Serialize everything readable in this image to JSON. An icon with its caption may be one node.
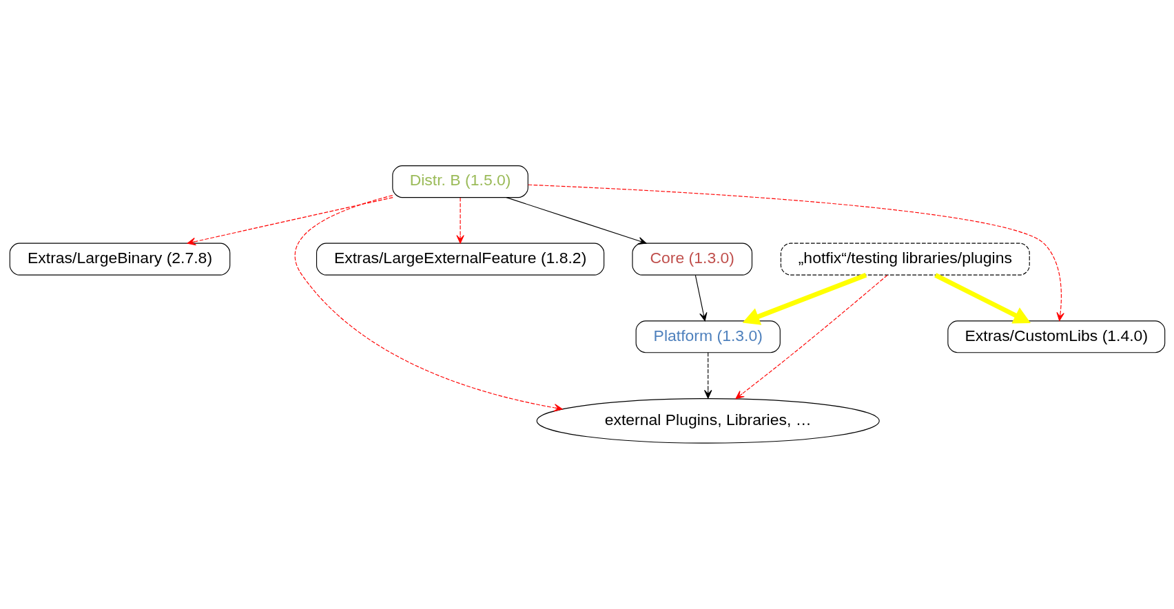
{
  "diagram": {
    "nodes": [
      {
        "text": [
          "Distr. B (1.5.0)"
        ]
      },
      {
        "text": [
          "Extras/CustomLibs (1.4.0)"
        ]
      },
      {
        "text": [
          "Extras/LargeBinary (2.7.8)"
        ]
      },
      {
        "text": [
          "Core (1.3.0)"
        ]
      },
      {
        "text": [
          "Extras/LargeExternalFeature (1.8.2)"
        ]
      },
      {
        "text": [
          "Platform (1.3.0)"
        ]
      },
      {
        "text": [
          "„hotfix“/testing libraries/plugins"
        ]
      },
      {
        "text": [
          "external Plugins, Libraries, …"
        ]
      }
    ],
    "edges": [
      {
        "from": 0,
        "to": 3,
        "arrow": "to",
        "color": "#000000"
      },
      {
        "from": 0,
        "to": 1,
        "arrow": "to",
        "style": "dashed",
        "color": "#ff0000"
      },
      {
        "from": 0,
        "to": 2,
        "arrow": "to",
        "style": "dashed",
        "color": "#ff0000"
      },
      {
        "from": 0,
        "to": 4,
        "arrow": "to",
        "style": "dashed",
        "color": "#ff0000"
      },
      {
        "from": 0,
        "to": 7,
        "arrow": "to",
        "style": "dashed",
        "color": "#ff0000"
      },
      {
        "from": 3,
        "to": 5,
        "arrow": "to",
        "color": "#000000"
      },
      {
        "from": 5,
        "to": 7,
        "arrow": "to",
        "style": "dashed",
        "color": "#000000"
      },
      {
        "from": 6,
        "to": 7,
        "arrow": "to",
        "style": "dashed",
        "color": "#ff0000"
      },
      {
        "from": 6,
        "to": 5,
        "arrow": "to",
        "style": "thick",
        "color": "#ffff00"
      },
      {
        "from": 6,
        "to": 1,
        "arrow": "to",
        "style": "thick",
        "color": "#ffff00"
      }
    ]
  }
}
